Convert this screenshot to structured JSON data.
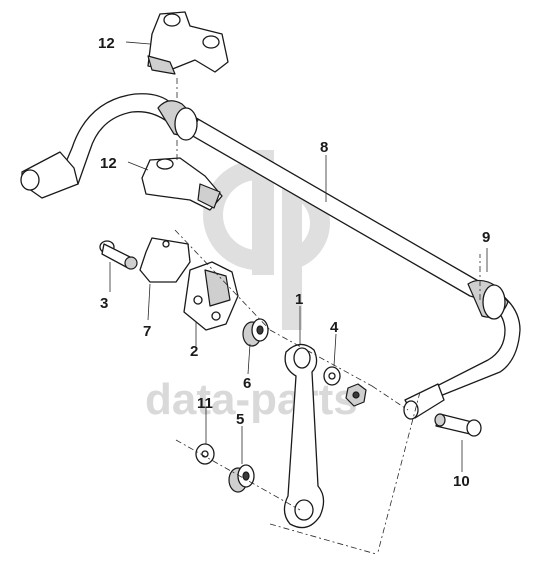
{
  "watermark": {
    "text": "data-parts",
    "logo": "dp-logo"
  },
  "callouts": [
    {
      "id": "c12a",
      "label": "12",
      "part": "upper bracket clamp"
    },
    {
      "id": "c12b",
      "label": "12",
      "part": "lower bracket clamp"
    },
    {
      "id": "c8",
      "label": "8",
      "part": "stabilizer bar"
    },
    {
      "id": "c9",
      "label": "9",
      "part": "bushing"
    },
    {
      "id": "c1",
      "label": "1",
      "part": "link rod"
    },
    {
      "id": "c3",
      "label": "3",
      "part": "pin"
    },
    {
      "id": "c7",
      "label": "7",
      "part": "plate bracket"
    },
    {
      "id": "c2",
      "label": "2",
      "part": "mounting bracket"
    },
    {
      "id": "c6",
      "label": "6",
      "part": "rubber bush"
    },
    {
      "id": "c4",
      "label": "4",
      "part": "washer"
    },
    {
      "id": "c11",
      "label": "11",
      "part": "washer"
    },
    {
      "id": "c5",
      "label": "5",
      "part": "rubber bush"
    },
    {
      "id": "c10",
      "label": "10",
      "part": "pin"
    }
  ],
  "colors": {
    "line": "#1a1a1a",
    "fill": "#ffffff",
    "shade": "#cfcfcf",
    "watermark": "#d9d9d9"
  }
}
